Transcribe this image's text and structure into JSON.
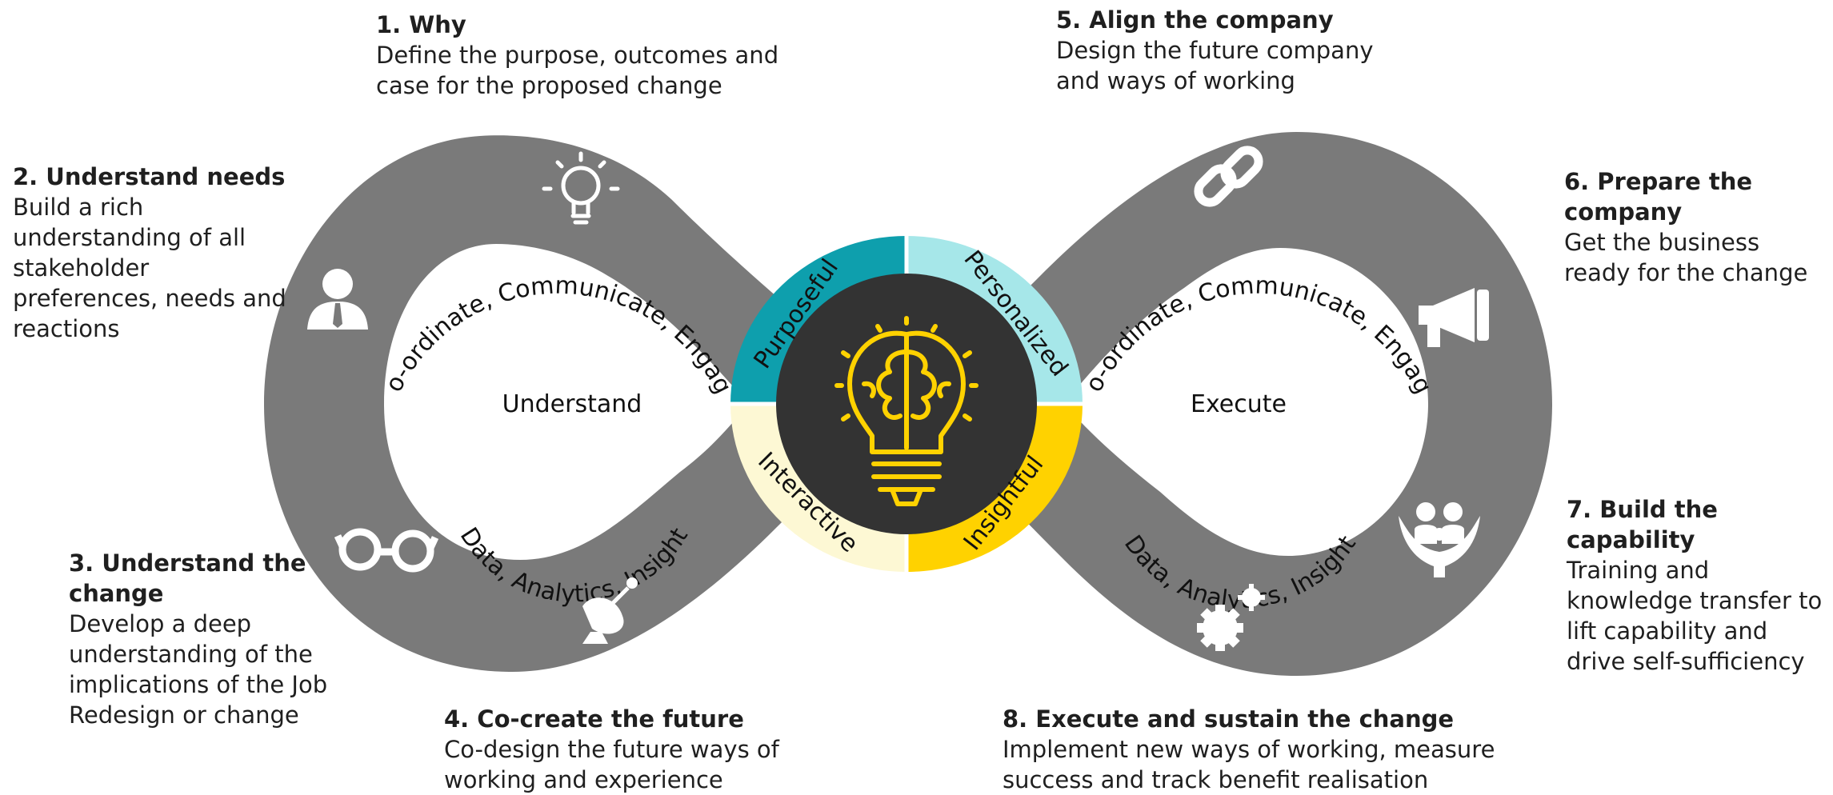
{
  "steps": [
    {
      "title": "1. Why",
      "desc": "Define the purpose, outcomes and case for the proposed change"
    },
    {
      "title": "2. Understand needs",
      "desc": "Build a rich understanding of all stakeholder preferences, needs and reactions"
    },
    {
      "title": "3. Understand the change",
      "desc": "Develop a deep understanding of the implications of the Job Redesign or change"
    },
    {
      "title": "4. Co-create the future",
      "desc": "Co-design the future ways of working and experience"
    },
    {
      "title": "5. Align the company",
      "desc": "Design the future company and ways of working"
    },
    {
      "title": "6. Prepare the company",
      "desc": "Get the business ready for the change"
    },
    {
      "title": "7. Build the capability",
      "desc": "Training and knowledge transfer to lift capability and drive self-sufficiency"
    },
    {
      "title": "8. Execute and sustain the change",
      "desc": "Implement new ways of working, measure success and track benefit realisation"
    }
  ],
  "loops": {
    "left": {
      "center": "Understand",
      "top_arc": "Co-ordinate, Communicate, Engage",
      "bottom_arc": "Data, Analytics, Insight"
    },
    "right": {
      "center": "Execute",
      "top_arc": "Co-ordinate, Communicate, Engage",
      "bottom_arc": "Data, Analytics, Insight"
    }
  },
  "quadrants": [
    {
      "label": "Purposeful",
      "color": "#0e9fad"
    },
    {
      "label": "Personalized",
      "color": "#a6e7e9"
    },
    {
      "label": "Insightful",
      "color": "#ffd200"
    },
    {
      "label": "Interactive",
      "color": "#fdf8d4"
    }
  ],
  "icons": [
    "lightbulb-icon",
    "person-icon",
    "glasses-icon",
    "satellite-dish-icon",
    "chain-link-icon",
    "megaphone-icon",
    "family-hands-icon",
    "gears-icon",
    "brain-bulb-icon"
  ],
  "colors": {
    "ring": "#7a7a7a",
    "hub": "#333333",
    "brain": "#ffd200",
    "text": "#1f1f1f"
  }
}
